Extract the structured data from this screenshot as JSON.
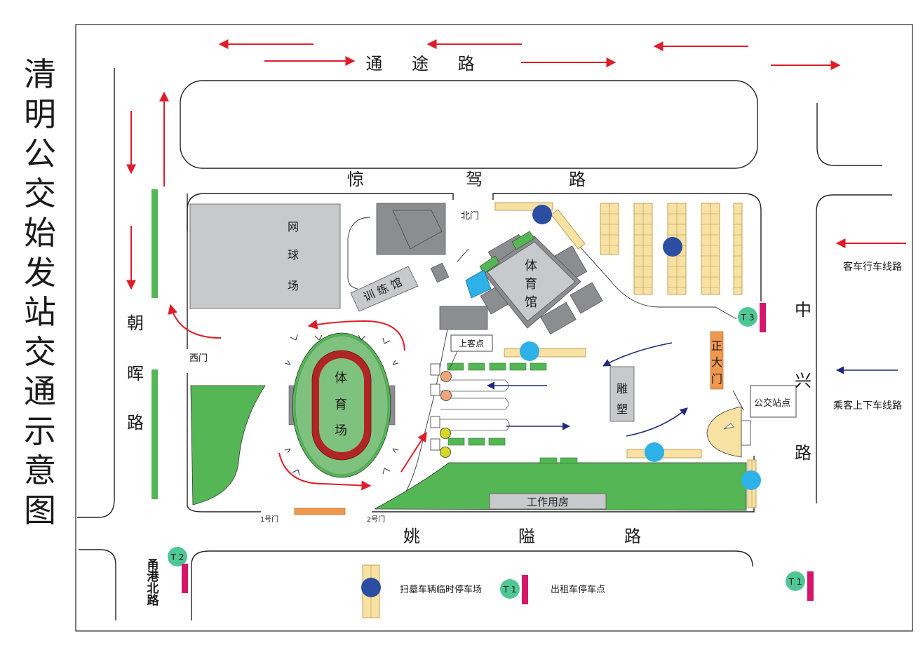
{
  "title": "清明公交始发站交通示意图",
  "roads": {
    "tongtu": "通 途 路",
    "jingjia": [
      "惊",
      "驾",
      "路"
    ],
    "yaolong": [
      "姚",
      "隘",
      "路"
    ],
    "zhaohui": [
      "朝",
      "晖",
      "路"
    ],
    "zhongxing": [
      "中",
      "兴",
      "路"
    ],
    "yonggang": [
      "甬",
      "港",
      "北",
      "路"
    ]
  },
  "places": {
    "tennis": [
      "网",
      "球",
      "场"
    ],
    "training": "训 练 馆",
    "gym": [
      "体",
      "育",
      "馆"
    ],
    "stadium": [
      "体",
      "育",
      "场"
    ],
    "sculpture": [
      "雕",
      "塑"
    ],
    "work_house": "工作用房",
    "main_gate": [
      "正",
      "大",
      "门"
    ]
  },
  "gates": {
    "north": "北门",
    "west": "西门",
    "gate1": "1号门",
    "gate2": "2号门"
  },
  "labels": {
    "pickup": "上客点",
    "bus_stop": "公交站点"
  },
  "taxi": {
    "t1": "T 1",
    "t1b": "T 1",
    "t2": "T 2",
    "t3": "T 3"
  },
  "legend": {
    "bus_route": "客车行车线路",
    "passenger_route": "乘客上下车线路",
    "parking": "扫墓车辆临时停车场",
    "taxi_label": "T 1",
    "taxi": "出租车停车点"
  },
  "colors": {
    "red_arrow": "#dd1e2a",
    "blue_arrow": "#1f2a7c",
    "green_area": "#55b655",
    "gray_building": "#c8c9cd",
    "parking_yellow": "#f7e2a4",
    "dark_blue_marker": "#2b4ea2",
    "light_blue_marker": "#2eb0e8",
    "taxi_circle": "#4fc795",
    "taxi_bar": "#d6166a",
    "gate_orange": "#f0984e"
  }
}
